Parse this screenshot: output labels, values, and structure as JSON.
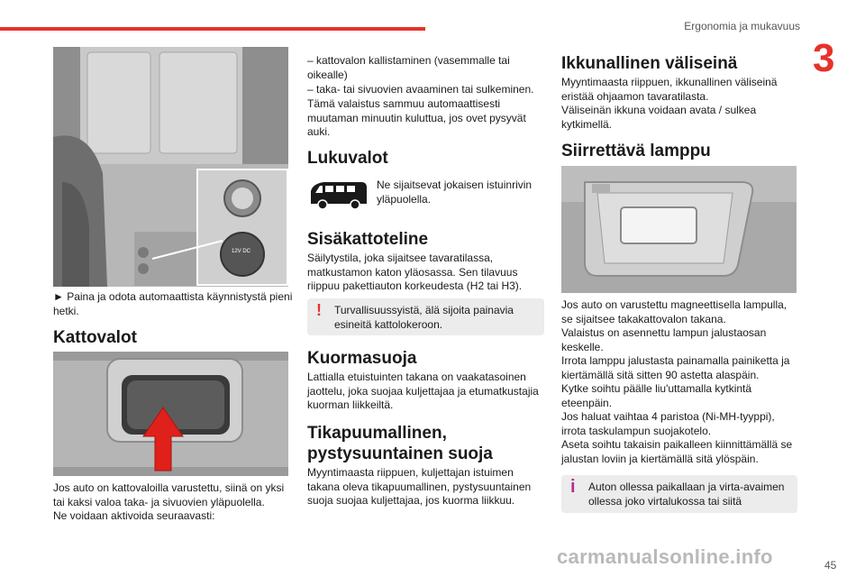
{
  "header": {
    "section": "Ergonomia ja mukavuus",
    "chapter": "3"
  },
  "left": {
    "img1_label": "12V DC",
    "step": "► Paina ja odota automaattista käynnistystä pieni hetki.",
    "h_kattovalot": "Kattovalot",
    "kattovalot_text_1": "Jos auto on kattovaloilla varustettu, siinä on yksi tai kaksi valoa taka- ja sivuovien yläpuolella.",
    "kattovalot_text_2": "Ne voidaan aktivoida seuraavasti:"
  },
  "middle": {
    "list_1": "–  kattovalon kallistaminen (vasemmalle tai oikealle)",
    "list_2": "–  taka- tai sivuovien avaaminen tai sulkeminen.",
    "list_3": "Tämä valaistus sammuu automaattisesti muutaman minuutin kuluttua, jos ovet pysyvät auki.",
    "h_lukuvalot": "Lukuvalot",
    "lukuvalot_text": "Ne sijaitsevat jokaisen istuinrivin yläpuolella.",
    "h_sisakatto": "Sisäkattoteline",
    "sisakatto_text": "Säilytystila, joka sijaitsee tavaratilassa, matkustamon katon yläosassa. Sen tilavuus riippuu pakettiauton korkeudesta (H2 tai H3).",
    "warning": "Turvallisuussyistä, älä sijoita painavia esineitä kattolokeroon.",
    "h_kuorma": "Kuormasuoja",
    "kuorma_text": "Lattialla etuistuinten takana on vaakatasoinen jaottelu, joka suojaa kuljettajaa ja etumatkustajia kuorman liikkeiltä.",
    "h_tikapuu_1": "Tikapuumallinen,",
    "h_tikapuu_2": "pystysuuntainen suoja",
    "tikapuu_text": "Myyntimaasta riippuen, kuljettajan istuimen takana oleva tikapuumallinen, pystysuuntainen suoja suojaa kuljettajaa, jos kuorma liikkuu."
  },
  "right": {
    "h_ikkuna": "Ikkunallinen väliseinä",
    "ikkuna_text_1": "Myyntimaasta riippuen, ikkunallinen väliseinä eristää ohjaamon tavaratilasta.",
    "ikkuna_text_2": "Väliseinän ikkuna voidaan avata / sulkea kytkimellä.",
    "h_lamppu": "Siirrettävä lamppu",
    "lamppu_lines": [
      "Jos auto on varustettu magneettisella lampulla, se sijaitsee takakattovalon takana.",
      "Valaistus on asennettu lampun jalustaosan keskelle.",
      "Irrota lamppu jalustasta painamalla painiketta ja kiertämällä sitä sitten 90 astetta alaspäin.",
      "Kytke soihtu päälle liu'uttamalla kytkintä eteenpäin.",
      "Jos haluat vaihtaa 4 paristoa (Ni-MH-tyyppi), irrota taskulampun suojakotelo.",
      "Aseta soihtu takaisin paikalleen kiinnittämällä se jalustan loviin ja kiertämällä sitä ylöspäin."
    ],
    "info": "Auton ollessa paikallaan ja virta-avaimen ollessa joko virtalukossa tai siitä"
  },
  "footer": {
    "page": "45",
    "watermark": "carmanualsonline.info"
  },
  "colors": {
    "accent": "#e6332a",
    "note_bg": "#ececec",
    "info_icon": "#b82c8c"
  }
}
